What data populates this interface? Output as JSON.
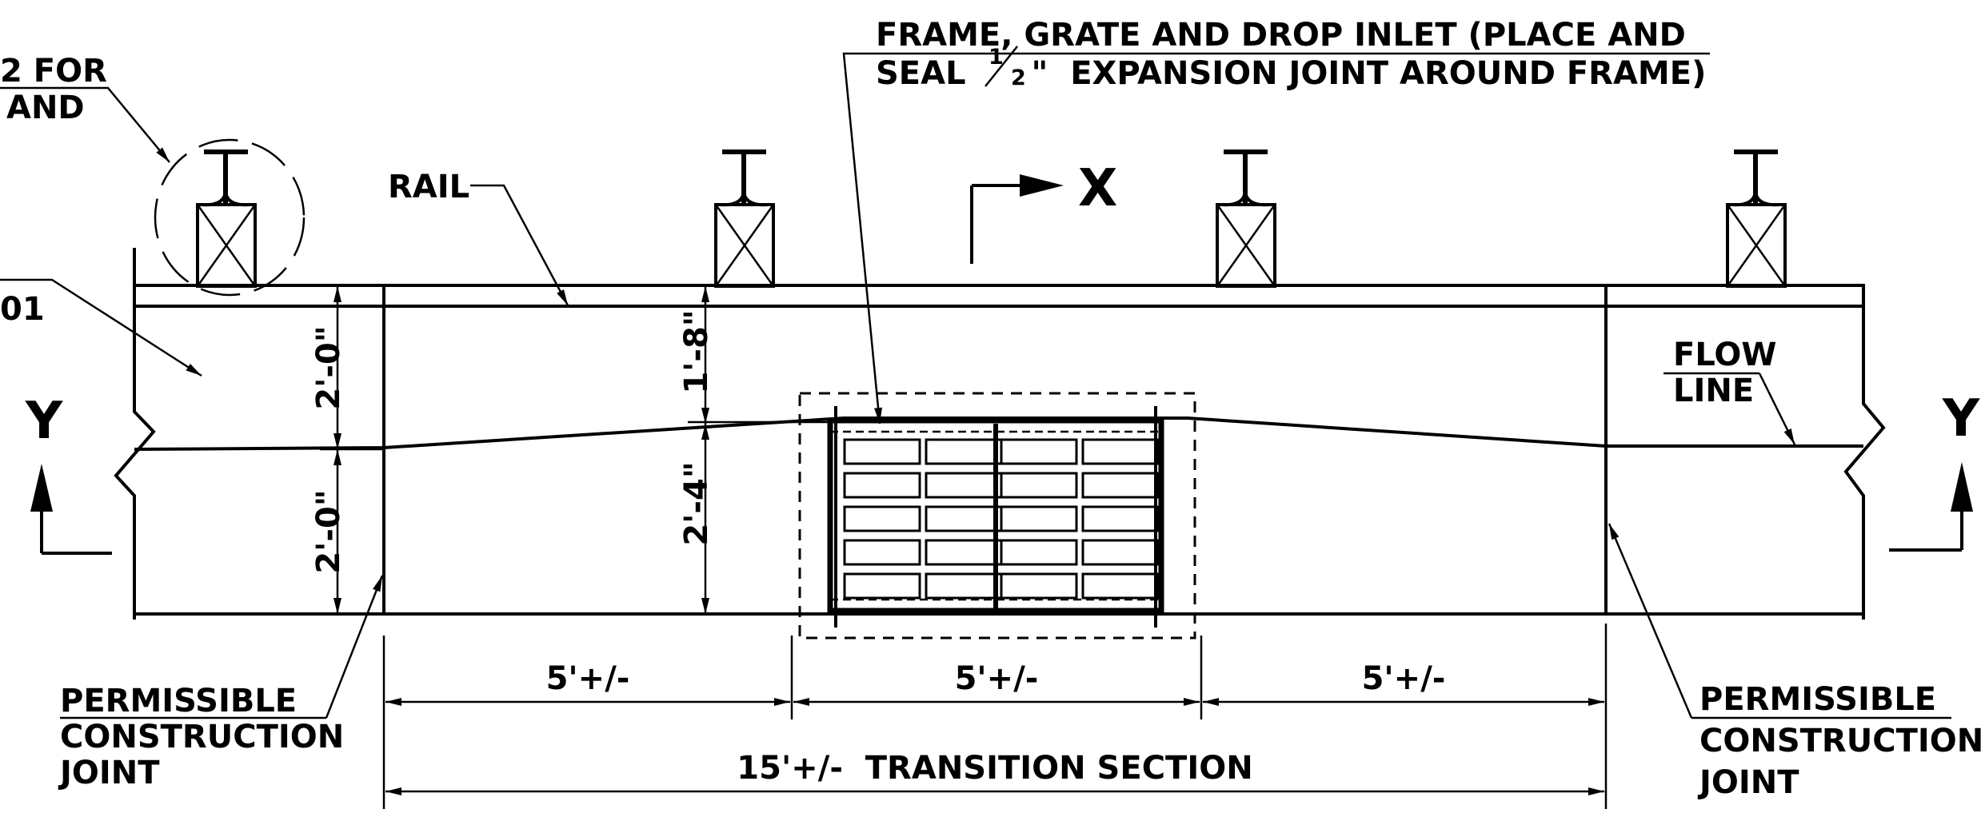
{
  "labels": {
    "left_note_line1": "2 FOR",
    "left_note_line2": "AND",
    "left_ref": "01",
    "rail": "RAIL",
    "frame_line1": "FRAME, GRATE AND DROP INLET (PLACE AND",
    "frame_line2_a": "SEAL ",
    "frame_line2_b": "\"  EXPANSION JOINT AROUND FRAME)",
    "frac_num": "1",
    "frac_den": "2",
    "section_x": "X",
    "section_y_left": "Y",
    "section_y_right": "Y",
    "flow_line1": "FLOW",
    "flow_line2": "LINE",
    "dim_top_left": "2'-0\"",
    "dim_bottom_left": "2'-0\"",
    "dim_top_mid": "1'-8\"",
    "dim_bottom_mid": "2'-4\"",
    "dim_seg1": "5'+/-",
    "dim_seg2": "5'+/-",
    "dim_seg3": "5'+/-",
    "dim_total": "15'+/-  TRANSITION SECTION",
    "perm_left_1": "PERMISSIBLE",
    "perm_left_2": "CONSTRUCTION",
    "perm_left_3": "JOINT",
    "perm_right_1": "PERMISSIBLE",
    "perm_right_2": "CONSTRUCTION",
    "perm_right_3": "JOINT"
  }
}
